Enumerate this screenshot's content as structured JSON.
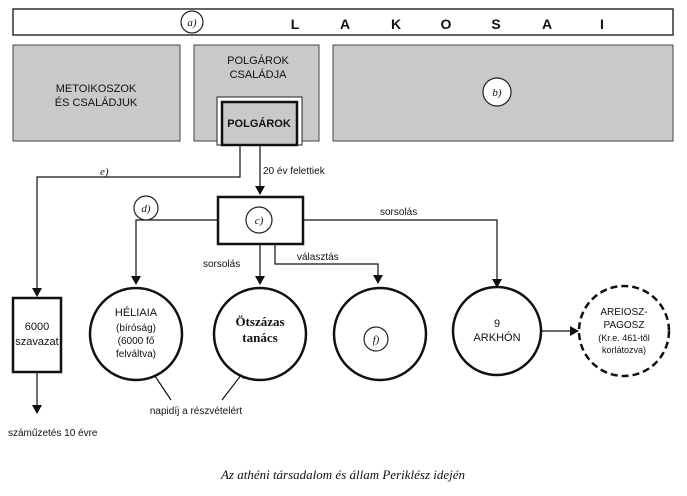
{
  "top_bar": {
    "marker": "a)",
    "letters": [
      "L",
      "A",
      "K",
      "O",
      "S",
      "A",
      "I"
    ]
  },
  "blocks": {
    "metoikoi": [
      "METOIKOSZOK",
      "ÉS CSALÁDJUK"
    ],
    "families": [
      "POLGÁROK",
      "CSALÁDJA"
    ],
    "citizens": "POLGÁROK",
    "right_marker": "b)"
  },
  "center_box_marker": "c)",
  "markers": {
    "d": "d)",
    "e": "e)",
    "f": "f)"
  },
  "edge_labels": {
    "over20": "20 év felettiek",
    "sortition_right": "sorsolás",
    "sortition_left": "sorsolás",
    "election": "választás"
  },
  "vote_box": [
    "6000",
    "szavazat"
  ],
  "heliaia": [
    "HÉLIAIA",
    "(bíróság)",
    "(6000 fő",
    "felváltva)"
  ],
  "council": [
    "Ötszázas",
    "tanács"
  ],
  "archons": [
    "9",
    "ARKHÓN"
  ],
  "areopagus": [
    "AREIOSZ-",
    "PAGOSZ",
    "(Kr.e. 461-től",
    "korlátozva)"
  ],
  "pay_note": "napidíj a részvételért",
  "ostracism": "száműzetés 10 évre",
  "caption": "Az athéni társadalom és állam Periklész idején"
}
